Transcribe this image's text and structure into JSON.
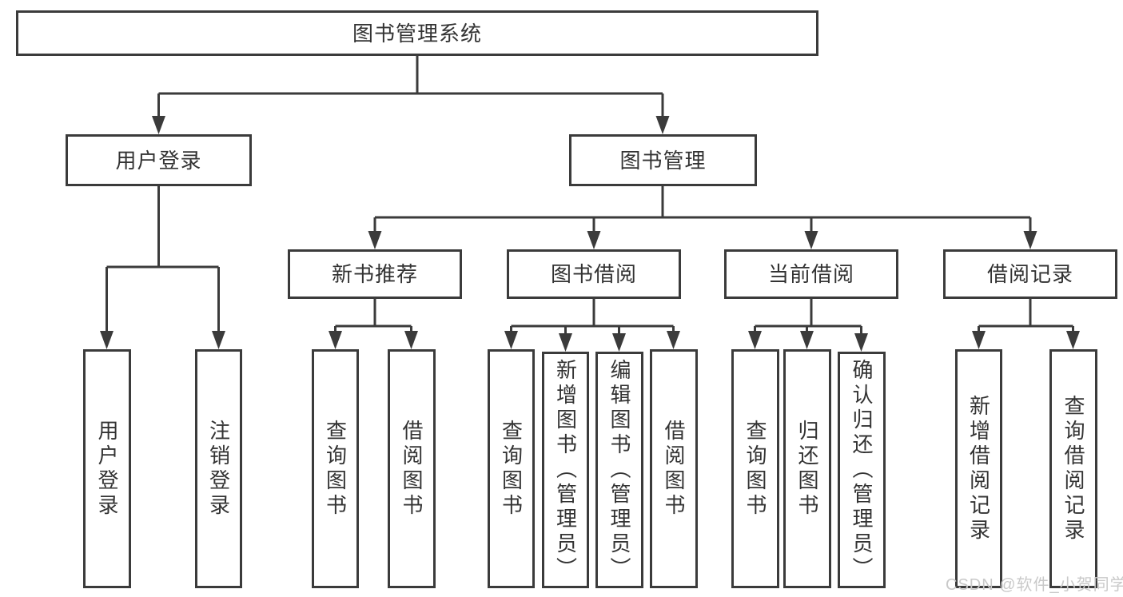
{
  "tree": {
    "root": {
      "label": "图书管理系统",
      "children": [
        {
          "label": "用户登录",
          "children": [
            {
              "label": "用户登录"
            },
            {
              "label": "注销登录"
            }
          ]
        },
        {
          "label": "图书管理",
          "children": [
            {
              "label": "新书推荐",
              "children": [
                {
                  "label": "查询图书"
                },
                {
                  "label": "借阅图书"
                }
              ]
            },
            {
              "label": "图书借阅",
              "children": [
                {
                  "label": "查询图书"
                },
                {
                  "label": "新增图书（管理员）"
                },
                {
                  "label": "编辑图书（管理员）"
                },
                {
                  "label": "借阅图书"
                }
              ]
            },
            {
              "label": "当前借阅",
              "children": [
                {
                  "label": "查询图书"
                },
                {
                  "label": "归还图书"
                },
                {
                  "label": "确认归还（管理员）"
                }
              ]
            },
            {
              "label": "借阅记录",
              "children": [
                {
                  "label": "新增借阅记录"
                },
                {
                  "label": "查询借阅记录"
                }
              ]
            }
          ]
        }
      ]
    }
  },
  "watermark": "CSDN @软件_小贺同学",
  "colors": {
    "line_color": "#3b3b3b",
    "text_color": "#333333",
    "box_bg": "#ffffff",
    "watermark_color": "#c9c9c9"
  }
}
